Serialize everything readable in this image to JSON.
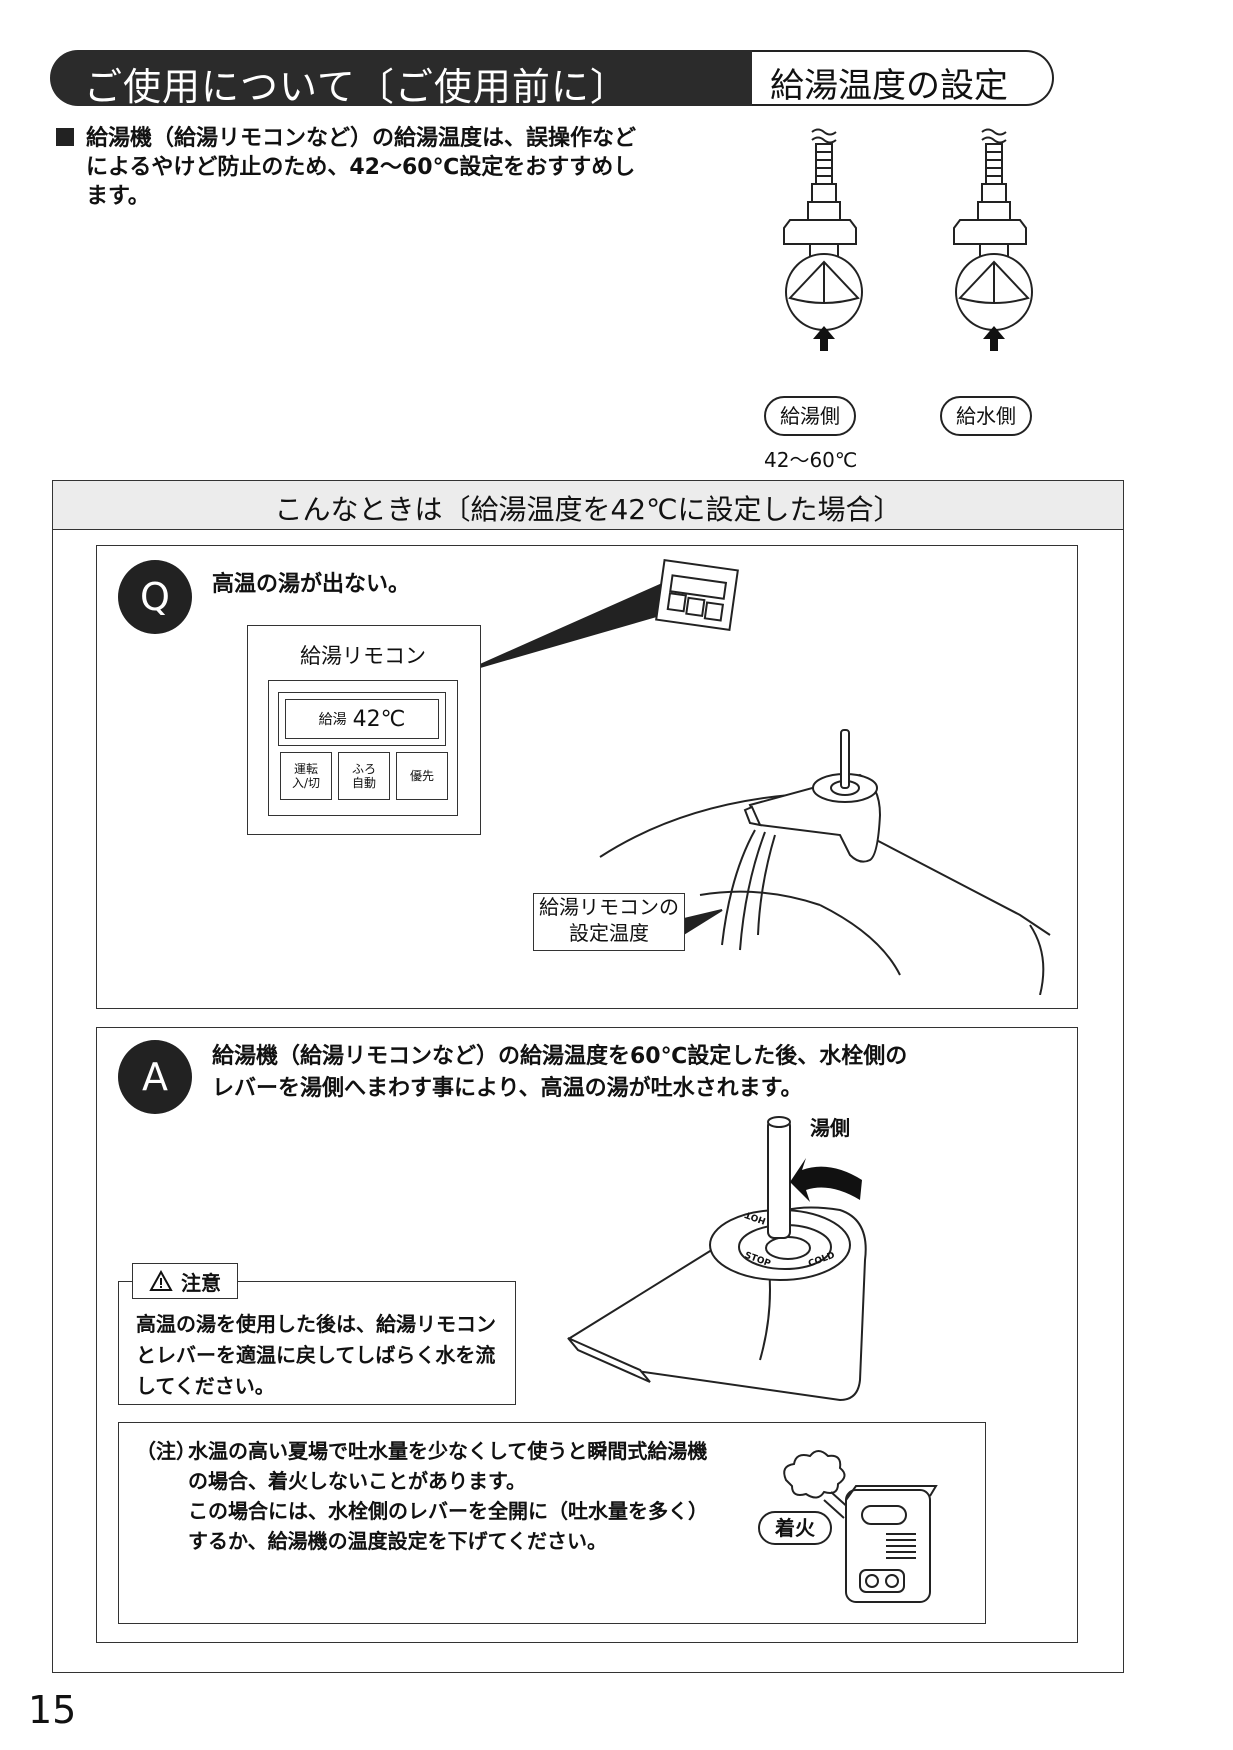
{
  "header": {
    "title": "ご使用について〔ご使用前に〕",
    "subtitle": "給湯温度の設定"
  },
  "intro": {
    "text": "給湯機（給湯リモコンなど）の給湯温度は、誤操作などによるやけど防止のため、42〜60℃設定をおすすめします。"
  },
  "valves": {
    "hot_label": "給湯側",
    "cold_label": "給水側",
    "hot_temp": "42〜60℃"
  },
  "section": {
    "title": "こんなときは〔給湯温度を42℃に設定した場合〕"
  },
  "question": {
    "badge": "Q",
    "text": "高温の湯が出ない。"
  },
  "remote": {
    "title": "給湯リモコン",
    "display_label": "給湯",
    "display_value": "42℃",
    "buttons": [
      {
        "line1": "運転",
        "line2": "入/切"
      },
      {
        "line1": "ふろ",
        "line2": "自動"
      },
      {
        "line1": "優先",
        "line2": ""
      }
    ]
  },
  "callout": {
    "line1": "給湯リモコンの",
    "line2": "設定温度"
  },
  "answer": {
    "badge": "A",
    "line1": "給湯機（給湯リモコンなど）の給湯温度を60℃設定した後、水栓側の",
    "line2": "レバーを湯側へまわす事により、高温の湯が吐水されます。",
    "hot_side": "湯側"
  },
  "dial": {
    "hot": "HOT",
    "stop": "STOP",
    "cold": "COLD"
  },
  "caution": {
    "title": "注意",
    "line1": "高温の湯を使用した後は、給湯リモコン",
    "line2": "とレバーを適温に戻してしばらく水を流",
    "line3": "してください。"
  },
  "note": {
    "prefix": "（注）",
    "line1": "水温の高い夏場で吐水量を少なくして使うと瞬間式給湯機",
    "line2": "の場合、着火しないことがあります。",
    "line3": "この場合には、水栓側のレバーを全開に（吐水量を多く）",
    "line4": "するか、給湯機の温度設定を下げてください。",
    "ignition_label": "着火"
  },
  "page_number": "15"
}
